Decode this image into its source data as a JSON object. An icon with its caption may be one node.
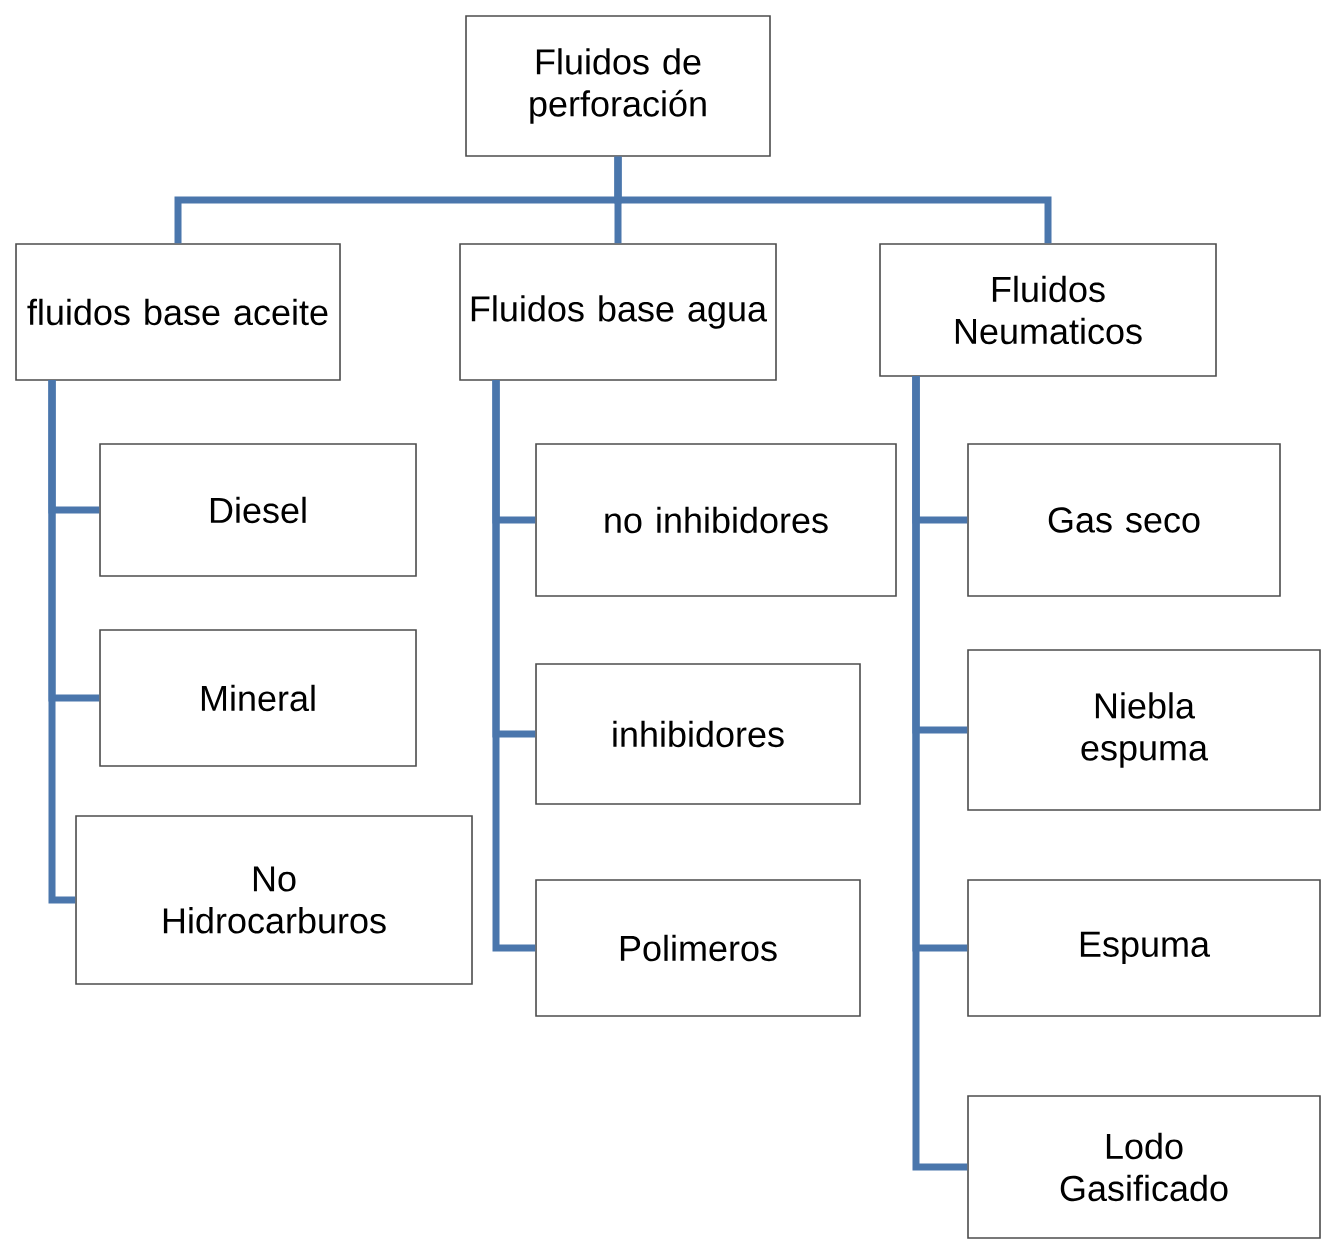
{
  "diagram": {
    "nodes": [
      {
        "text": [
          "Fluidos de perforación"
        ]
      },
      {
        "text": [
          "fluidos base aceite"
        ]
      },
      {
        "text": [
          "Fluidos base agua"
        ]
      },
      {
        "text": [
          "Fluidos Neumaticos"
        ]
      },
      {
        "text": [
          "Diesel"
        ]
      },
      {
        "text": [
          "Mineral"
        ]
      },
      {
        "text": [
          "No Hidrocarburos"
        ]
      },
      {
        "text": [
          "no inhibidores"
        ]
      },
      {
        "text": [
          "inhibidores"
        ]
      },
      {
        "text": [
          "Polimeros"
        ]
      },
      {
        "text": [
          "Gas seco"
        ]
      },
      {
        "text": [
          "Niebla espuma"
        ]
      },
      {
        "text": [
          "Espuma"
        ]
      },
      {
        "text": [
          "Lodo Gasificado"
        ]
      }
    ],
    "edges": [
      {
        "from": 0,
        "to": 1,
        "arrow": "none"
      },
      {
        "from": 0,
        "to": 2,
        "arrow": "none"
      },
      {
        "from": 0,
        "to": 3,
        "arrow": "none"
      },
      {
        "from": 1,
        "to": 4,
        "arrow": "none"
      },
      {
        "from": 1,
        "to": 5,
        "arrow": "none"
      },
      {
        "from": 1,
        "to": 6,
        "arrow": "none"
      },
      {
        "from": 2,
        "to": 7,
        "arrow": "none"
      },
      {
        "from": 2,
        "to": 8,
        "arrow": "none"
      },
      {
        "from": 2,
        "to": 9,
        "arrow": "none"
      },
      {
        "from": 3,
        "to": 10,
        "arrow": "none"
      },
      {
        "from": 3,
        "to": 11,
        "arrow": "none"
      },
      {
        "from": 3,
        "to": 12,
        "arrow": "none"
      },
      {
        "from": 3,
        "to": 13,
        "arrow": "none"
      }
    ]
  }
}
